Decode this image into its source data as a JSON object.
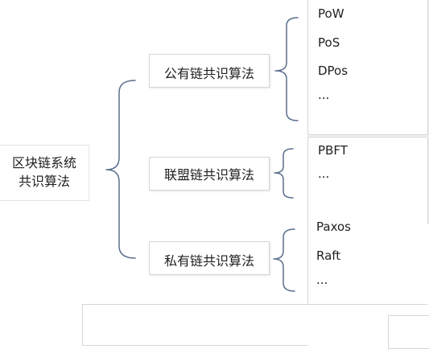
{
  "root": {
    "line1": "区块链系统",
    "line2": "共识算法"
  },
  "categories": [
    {
      "label": "公有链共识算法",
      "items": [
        "PoW",
        "PoS",
        "DPos",
        "..."
      ]
    },
    {
      "label": "联盟链共识算法",
      "items": [
        "PBFT",
        "..."
      ]
    },
    {
      "label": "私有链共识算法",
      "items": [
        "Paxos",
        "Raft",
        "..."
      ]
    }
  ],
  "colors": {
    "brace": "#5b6f8c",
    "border": "#d6d6d6"
  }
}
